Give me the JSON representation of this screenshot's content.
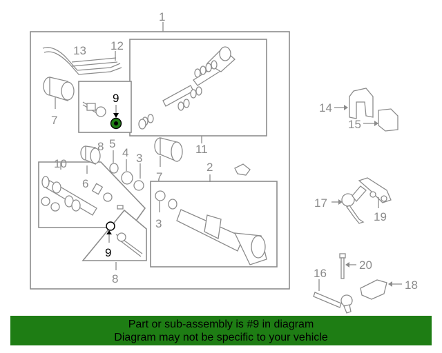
{
  "callouts": {
    "c1": "1",
    "c2": "2",
    "c3a": "3",
    "c3b": "3",
    "c4": "4",
    "c5": "5",
    "c6": "6",
    "c7a": "7",
    "c7b": "7",
    "c8a": "8",
    "c8b": "8",
    "c9a": "9",
    "c9b": "9",
    "c10": "10",
    "c11": "11",
    "c12": "12",
    "c13": "13",
    "c14": "14",
    "c15": "15",
    "c16": "16",
    "c17": "17",
    "c18": "18",
    "c19": "19",
    "c20": "20"
  },
  "highlight": {
    "part_number": "9",
    "color": "#1e7d14"
  },
  "notice": {
    "line1": "Part or sub-assembly is #9 in diagram",
    "line2": "Diagram may not be specific to your vehicle",
    "background": "#1e7d14"
  }
}
